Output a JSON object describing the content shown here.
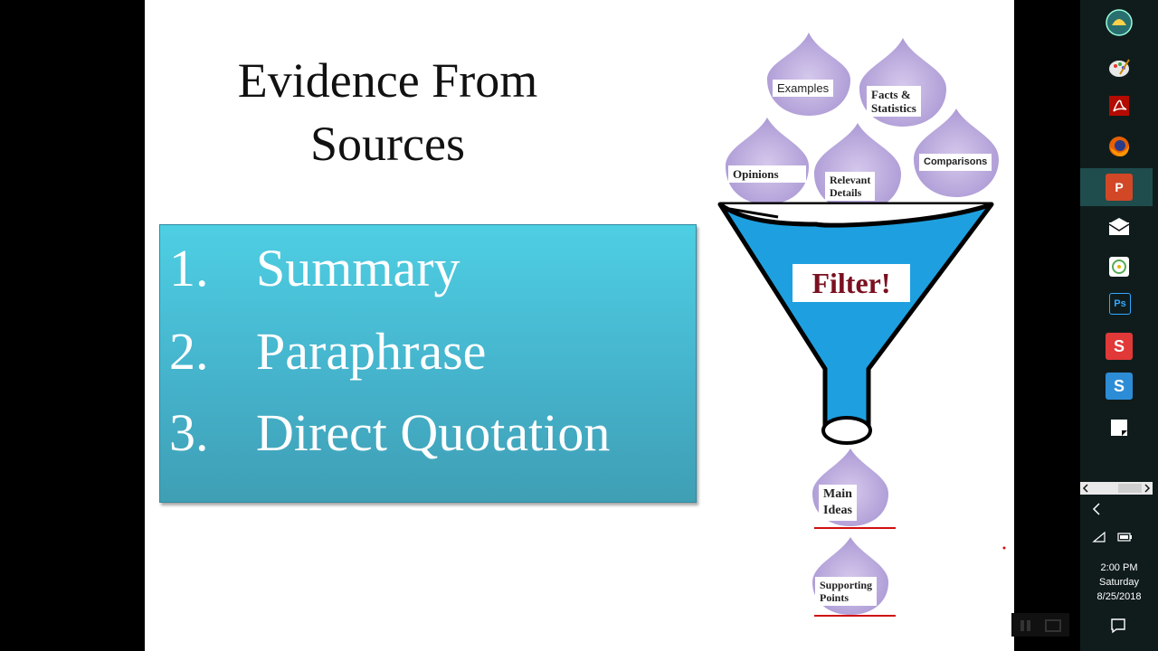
{
  "slide": {
    "title_line1": "Evidence From",
    "title_line2": "Sources",
    "list": [
      {
        "num": "1.",
        "text": "Summary"
      },
      {
        "num": "2.",
        "text": "Paraphrase"
      },
      {
        "num": "3.",
        "text": "Direct Quotation"
      }
    ],
    "drops": {
      "examples": "Examples",
      "facts_line1": "Facts &",
      "facts_line2": "Statistics",
      "opinions": "Opinions",
      "relevant_line1": "Relevant",
      "relevant_line2": "Details",
      "comparisons": "Comparisons",
      "main_line1": "Main",
      "main_line2": "Ideas",
      "supporting_line1": "Supporting",
      "supporting_line2": "Points"
    },
    "filter_label": "Filter!"
  },
  "colors": {
    "slide_bg": "#ffffff",
    "box_top": "#4ecfe3",
    "box_bottom": "#3f9fb4",
    "drop_fill": "#b8a7d8",
    "funnel_fill": "#1ea0e0",
    "filter_text": "#7a1020",
    "underline": "#d01010",
    "taskbar_bg": "#101c1c"
  },
  "taskbar": {
    "icons": [
      "shell-icon",
      "paint-icon",
      "acrobat-icon",
      "firefox-icon",
      "powerpoint-icon",
      "mail-icon",
      "disc-icon",
      "photoshop-icon",
      "snagit-icon",
      "snagit-editor-icon",
      "sticky-note-icon"
    ],
    "time": "2:00 PM",
    "day": "Saturday",
    "date": "8/25/2018"
  }
}
